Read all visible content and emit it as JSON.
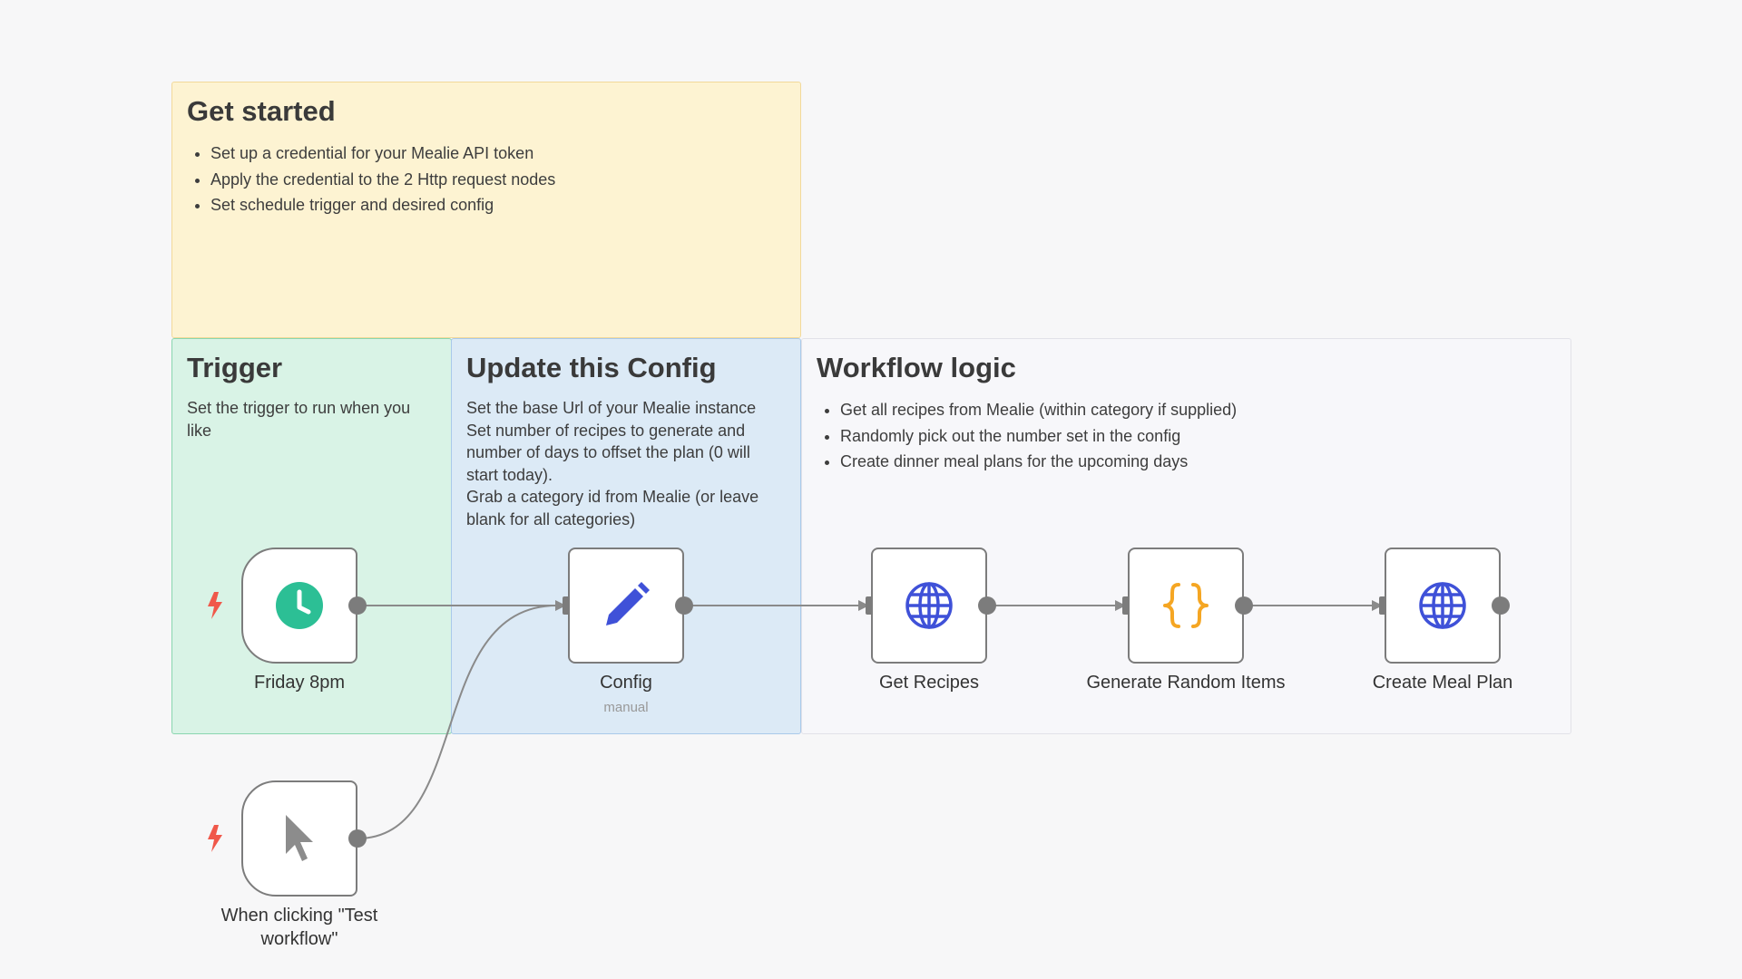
{
  "notes": {
    "get_started": {
      "title": "Get started",
      "items": [
        "Set up a credential for your Mealie API token",
        "Apply the credential to the 2 Http request nodes",
        "Set schedule trigger and desired config"
      ]
    },
    "trigger": {
      "title": "Trigger",
      "text": "Set the trigger to run when you like"
    },
    "config": {
      "title": "Update this Config",
      "lines": [
        "Set the base Url of your Mealie instance",
        "Set number of recipes to generate and number of days to offset the plan (0 will start today).",
        "Grab a category id from Mealie (or leave blank for all categories)"
      ]
    },
    "logic": {
      "title": "Workflow logic",
      "items": [
        "Get all recipes from Mealie (within category if supplied)",
        "Randomly pick out the number set in the config",
        "Create dinner meal plans for the upcoming days"
      ]
    }
  },
  "nodes": {
    "schedule": {
      "label": "Friday 8pm",
      "icon": "clock-icon"
    },
    "manual": {
      "label": "When clicking \"Test workflow\"",
      "icon": "cursor-icon"
    },
    "config": {
      "label": "Config",
      "sublabel": "manual",
      "icon": "pencil-icon"
    },
    "get_recipes": {
      "label": "Get Recipes",
      "icon": "globe-icon"
    },
    "random": {
      "label": "Generate Random Items",
      "icon": "code-braces-icon"
    },
    "meal_plan": {
      "label": "Create Meal Plan",
      "icon": "globe-icon"
    }
  },
  "colors": {
    "trigger_bolt": "#f0584a",
    "clock": "#2cbf95",
    "pencil": "#3f51d8",
    "globe": "#3f51d8",
    "braces": "#f5a623",
    "wire": "#8a8a8a"
  }
}
